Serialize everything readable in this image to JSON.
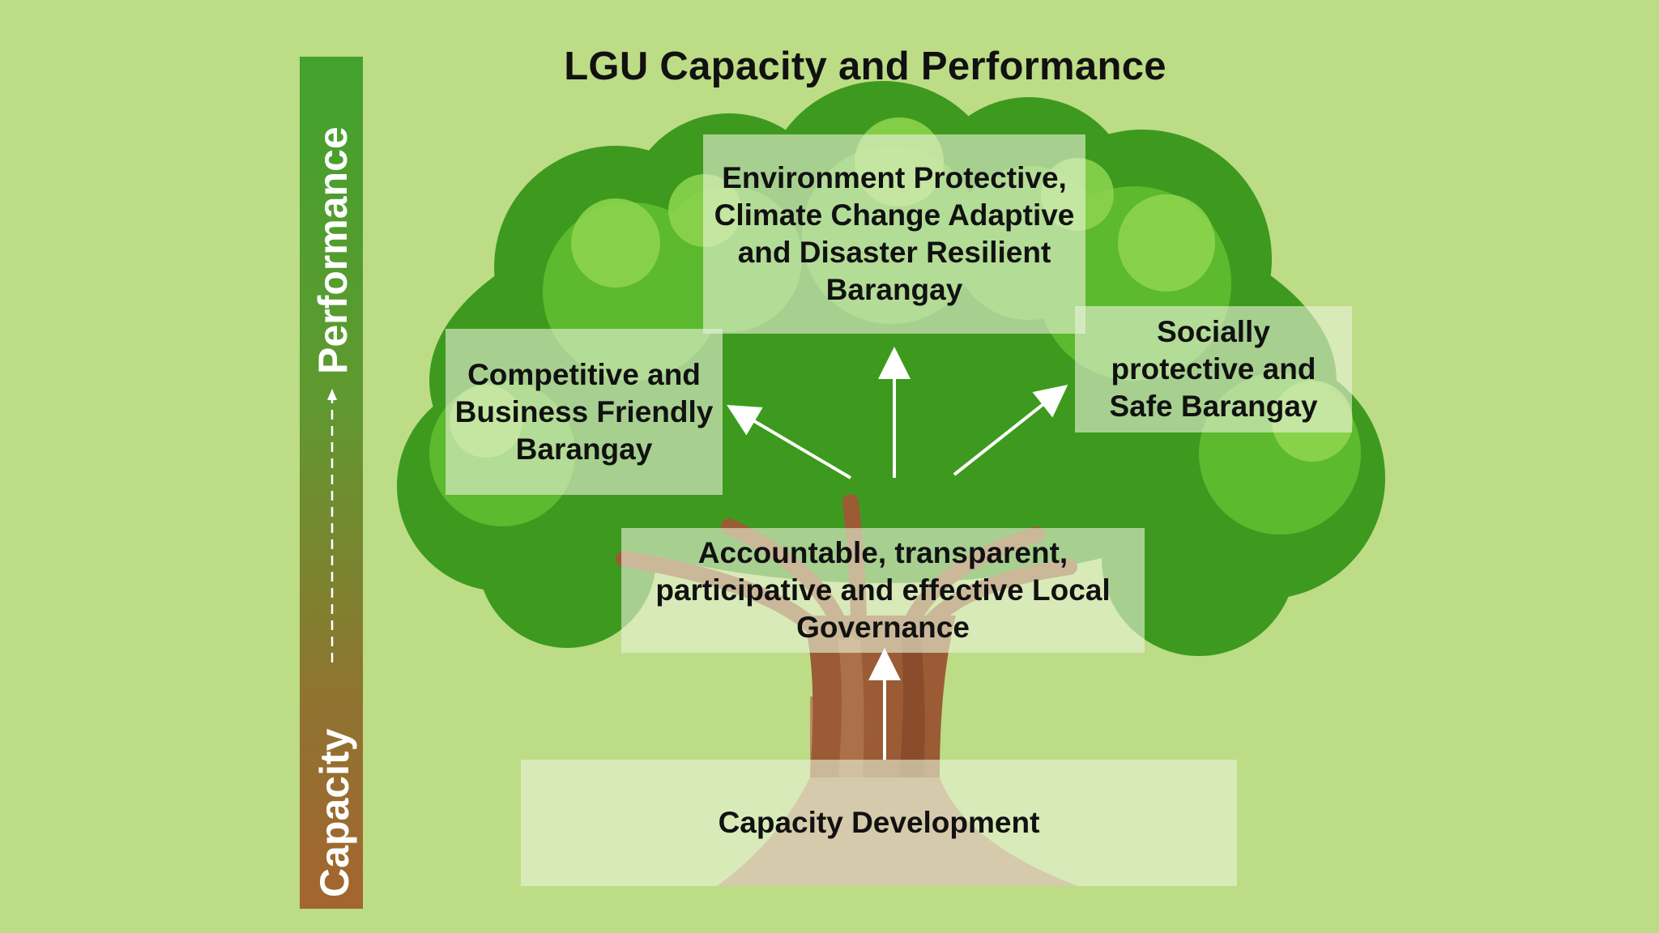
{
  "title": "LGU Capacity and Performance",
  "side_bar": {
    "top_label": "Performance",
    "bottom_label": "Capacity"
  },
  "boxes": {
    "environment": "Environment Protective, Climate Change Adaptive and Disaster Resilient Barangay",
    "competitive": "Competitive and Business Friendly Barangay",
    "social": "Socially protective and Safe Barangay",
    "governance": "Accountable, transparent, participative and effective Local Governance",
    "capacity": "Capacity Development"
  },
  "colors": {
    "background": "#bddc86",
    "foliage_dark": "#3d9a1e",
    "foliage_light": "#8fd64f",
    "trunk": "#a0613a",
    "bar_top": "#42a22c",
    "bar_bottom": "#a4652f"
  }
}
